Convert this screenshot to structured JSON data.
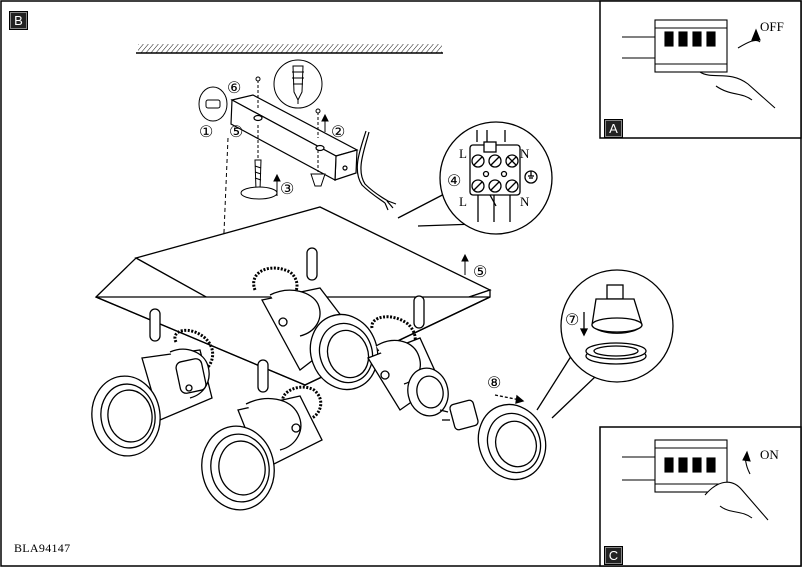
{
  "panel_main": {
    "badge": "B"
  },
  "panel_off": {
    "badge": "A",
    "switch_label": "OFF"
  },
  "panel_on": {
    "badge": "C",
    "switch_label": "ON"
  },
  "terminal": {
    "top_labels": [
      "L",
      "N"
    ],
    "bottom_labels": [
      "L",
      "N"
    ],
    "earth_symbol": "earth-icon"
  },
  "steps": [
    "①",
    "②",
    "③",
    "④",
    "⑤",
    "⑥",
    "⑦",
    "⑧"
  ],
  "model_code": "BLA94147"
}
